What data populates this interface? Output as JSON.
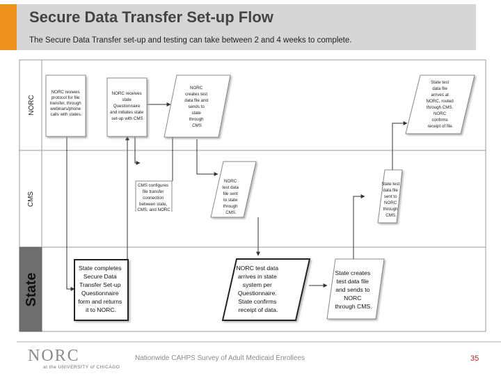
{
  "header": {
    "title": "Secure Data Transfer Set-up Flow",
    "subtitle": "The Secure Data Transfer set-up and testing can take between 2 and 4 weeks to complete."
  },
  "lanes": [
    {
      "label": "NORC"
    },
    {
      "label": "CMS"
    },
    {
      "label": "State"
    }
  ],
  "steps": {
    "norc_reviews": [
      "NORC reviews",
      "protocol for file",
      "transfer, through",
      "webinars/phone",
      "calls with states."
    ],
    "norc_receives": [
      "NORC receives",
      "state",
      "Questionnaire",
      "and initiates state",
      "set-up with CMS"
    ],
    "norc_creates": [
      "NORC",
      "creates test",
      "data file and",
      "sends to",
      "state",
      "through",
      "CMS"
    ],
    "state_file_arrives": [
      "State test",
      "data file",
      "arrives at",
      "NORC, routed",
      "through CMS.",
      "NORC",
      "confirms",
      "receipt of file."
    ],
    "cms_configures": [
      "CMS configures",
      "file transfer",
      "connection",
      "between state,",
      "CMS, and NORC"
    ],
    "norc_file_sent": [
      "NORC",
      "test data",
      "file sent",
      "to state",
      "through",
      "CMS."
    ],
    "state_file_sent": [
      "State test",
      "data file",
      "sent to",
      "NORC",
      "through",
      "CMS."
    ],
    "state_completes": [
      "State completes",
      "Secure Data",
      "Transfer Set-up",
      "Questionnaire",
      "form and returns",
      "it to NORC."
    ],
    "norc_data_arrives": [
      "NORC test data",
      "arrives in state",
      "system per",
      "Questionnaire.",
      "State confirms",
      "receipt of data."
    ],
    "state_creates": [
      "State creates",
      "test data file",
      "and sends to",
      "NORC",
      "through CMS."
    ]
  },
  "footer": {
    "logo": "NORC",
    "logo_sub": "at the UNIVERSITY of CHICAGO",
    "survey": "Nationwide CAHPS Survey of Adult Medicaid Enrollees",
    "page": "35"
  },
  "colors": {
    "accent": "#f0901e",
    "header_bg": "#d6d6d6",
    "page_number": "#c0202c",
    "state_lane_bg": "#6e6e6e"
  }
}
